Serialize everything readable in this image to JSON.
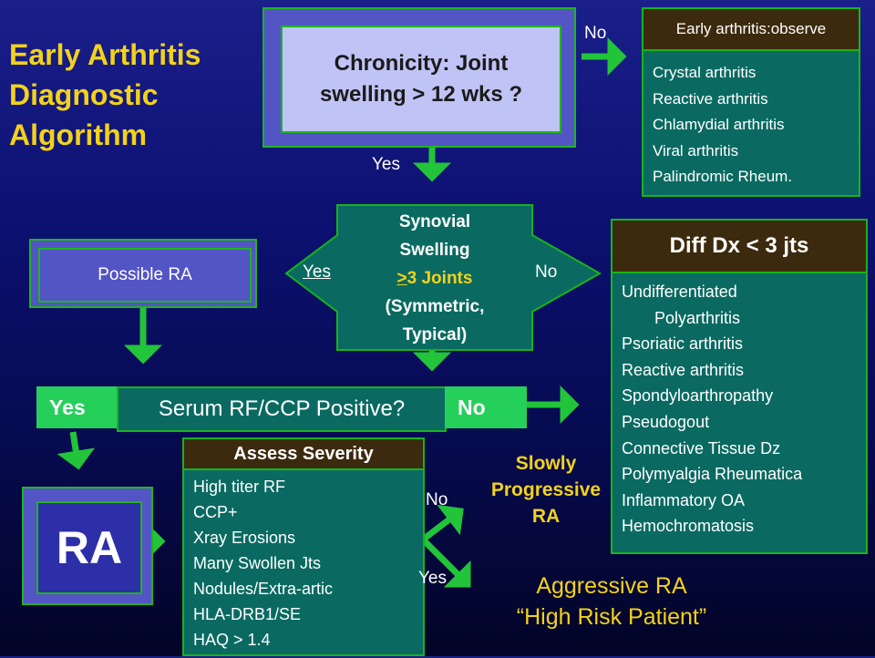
{
  "title": [
    "Early Arthritis",
    "Diagnostic",
    "Algorithm"
  ],
  "chronicity": {
    "line1": "Chronicity: Joint",
    "line2": "swelling > 12 wks ?"
  },
  "early_box": {
    "header": "Early arthritis:observe",
    "items": [
      "Crystal arthritis",
      "Reactive arthritis",
      "Chlamydial arthritis",
      "Viral arthritis",
      "Palindromic Rheum."
    ]
  },
  "synovial": {
    "lines": [
      "Synovial",
      "Swelling",
      "(Symmetric,",
      "Typical)"
    ],
    "joints_prefix": ">",
    "joints_rest": "3 Joints"
  },
  "possible_ra": "Possible RA",
  "diffdx": {
    "header": "Diff Dx < 3 jts",
    "items": [
      "Undifferentiated",
      "Polyarthritis",
      "Psoriatic arthritis",
      "Reactive arthritis",
      "Spondyloarthropathy",
      "Pseudogout",
      "Connective Tissue Dz",
      "Polymyalgia Rheumatica",
      "Inflammatory OA",
      "Hemochromatosis"
    ]
  },
  "serum": {
    "question": "Serum RF/CCP Positive?",
    "yes": "Yes",
    "no": "No"
  },
  "ra": "RA",
  "severity": {
    "header": "Assess Severity",
    "items": [
      "High titer RF",
      "CCP+",
      "Xray Erosions",
      "Many Swollen Jts",
      "Nodules/Extra-artic",
      "HLA-DRB1/SE",
      "HAQ > 1.4"
    ]
  },
  "slow": [
    "Slowly",
    "Progressive",
    "RA"
  ],
  "aggressive": [
    "Aggressive RA",
    "“High Risk Patient”"
  ],
  "labels": {
    "no_top": "No",
    "yes_chronic": "Yes",
    "yes_syn": "Yes",
    "no_syn": "No",
    "no_sev": "No",
    "yes_sev": "Yes"
  },
  "colors": {
    "title": "#f2d21a",
    "arrow": "#22c43a",
    "box_teal": "#0a6a62",
    "header_brown": "#3c2a0e"
  }
}
